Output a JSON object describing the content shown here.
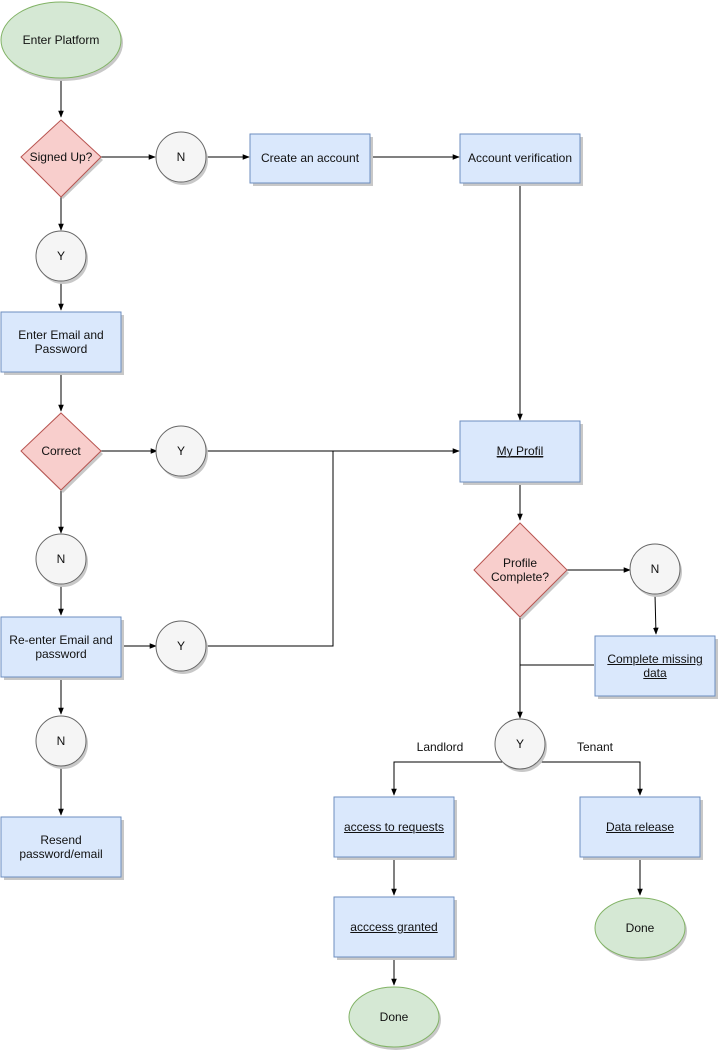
{
  "colors": {
    "start_fill": "#d5e8d4",
    "start_stroke": "#82b366",
    "process_fill": "#dae8fc",
    "process_stroke": "#6c8ebf",
    "decision_fill": "#f8cecc",
    "decision_stroke": "#b85450",
    "connector_fill": "#f5f5f5",
    "connector_stroke": "#666666"
  },
  "nodes": {
    "enter_platform": "Enter Platform",
    "signed_up": "Signed Up?",
    "n1": "N",
    "create_account": "Create an account",
    "account_verification": "Account verification",
    "y1": "Y",
    "enter_email": "Enter Email and Password",
    "correct": "Correct",
    "y2": "Y",
    "my_profil": "My Profil",
    "n2": "N",
    "profile_complete": "Profile Complete?",
    "n3": "N",
    "reenter": "Re-enter Email and password",
    "y3": "Y",
    "complete_missing": "Complete missing data",
    "n4": "N",
    "y4": "Y",
    "resend": "Resend password/email",
    "access_requests": "access to requests",
    "data_release": "Data release",
    "access_granted": "acccess granted",
    "done_tenant": "Done",
    "done_landlord": "Done"
  },
  "edge_labels": {
    "landlord": "Landlord",
    "tenant": "Tenant"
  }
}
